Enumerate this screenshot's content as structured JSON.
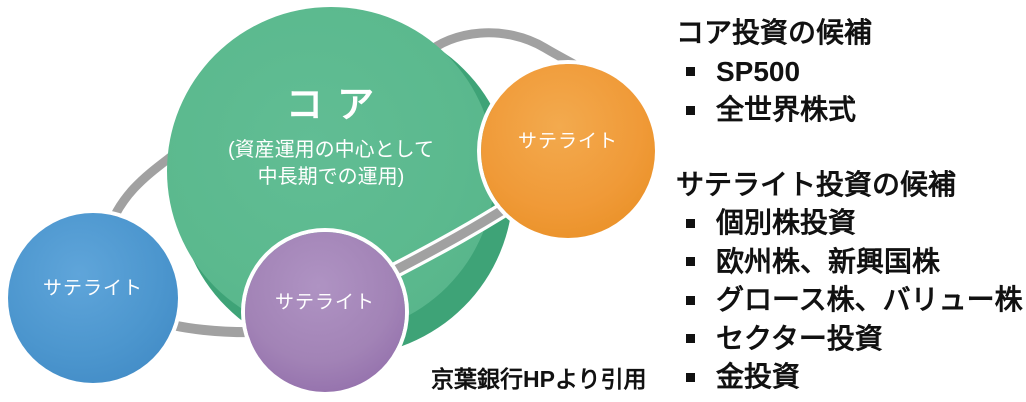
{
  "diagram": {
    "core": {
      "title": "コ ア",
      "subtitle_line1": "(資産運用の中心として",
      "subtitle_line2": "中長期での運用)"
    },
    "satellites": {
      "blue": {
        "label": "サテライト"
      },
      "purple": {
        "label": "サテライト"
      },
      "orange": {
        "label": "サテライト"
      }
    }
  },
  "panel": {
    "core_section": {
      "heading": "コア投資の候補",
      "items": [
        "SP500",
        "全世界株式"
      ]
    },
    "satellite_section": {
      "heading": "サテライト投資の候補",
      "items": [
        "個別株投資",
        "欧州株、新興国株",
        "グロース株、バリュー株",
        "セクター投資",
        "金投資"
      ]
    }
  },
  "attribution": "京葉銀行HPより引用",
  "colors": {
    "core_green": "#5BB98E",
    "core_green_dark": "#3EA377",
    "satellite_blue": "#4C96CE",
    "satellite_purple": "#A283B6",
    "satellite_orange": "#F09A38",
    "orbit_gray": "#A1A1A1",
    "panel_text": "#111111",
    "circle_label_text": "#FFFFFF"
  }
}
